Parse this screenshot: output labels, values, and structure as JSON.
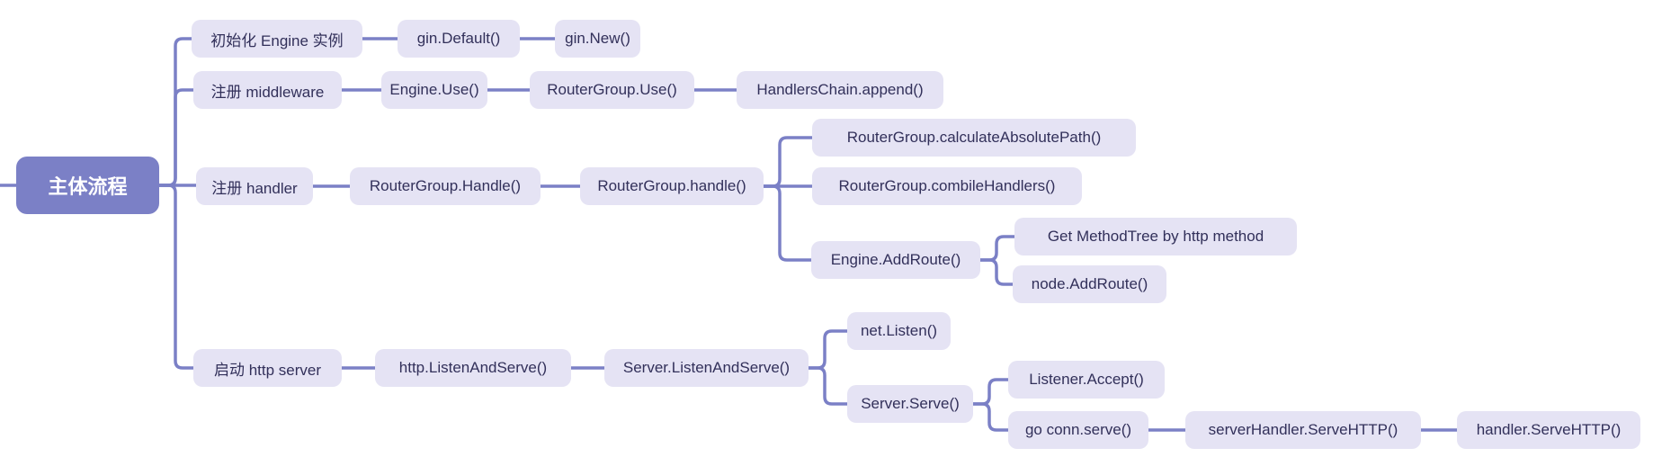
{
  "colors": {
    "accent": "#7b80c6",
    "connector": "#7b80c6",
    "node_bg": "#e5e3f4",
    "node_text": "#32305a",
    "root_text": "#ffffff",
    "canvas_bg": "#ffffff"
  },
  "mindmap": {
    "root_label": "主体流程",
    "branches": [
      {
        "label": "初始化 Engine 实例",
        "children": [
          {
            "label": "gin.Default()",
            "children": [
              {
                "label": "gin.New()"
              }
            ]
          }
        ]
      },
      {
        "label": "注册 middleware",
        "children": [
          {
            "label": "Engine.Use()",
            "children": [
              {
                "label": "RouterGroup.Use()",
                "children": [
                  {
                    "label": "HandlersChain.append()"
                  }
                ]
              }
            ]
          }
        ]
      },
      {
        "label": "注册 handler",
        "children": [
          {
            "label": "RouterGroup.Handle()",
            "children": [
              {
                "label": "RouterGroup.handle()",
                "children": [
                  {
                    "label": "RouterGroup.calculateAbsolutePath()"
                  },
                  {
                    "label": "RouterGroup.combileHandlers()"
                  },
                  {
                    "label": "Engine.AddRoute()",
                    "children": [
                      {
                        "label": "Get MethodTree by http method"
                      },
                      {
                        "label": "node.AddRoute()"
                      }
                    ]
                  }
                ]
              }
            ]
          }
        ]
      },
      {
        "label": "启动 http server",
        "children": [
          {
            "label": "http.ListenAndServe()",
            "children": [
              {
                "label": "Server.ListenAndServe()",
                "children": [
                  {
                    "label": "net.Listen()"
                  },
                  {
                    "label": "Server.Serve()",
                    "children": [
                      {
                        "label": "Listener.Accept()"
                      },
                      {
                        "label": "go conn.serve()",
                        "children": [
                          {
                            "label": "serverHandler.ServeHTTP()",
                            "children": [
                              {
                                "label": "handler.ServeHTTP()"
                              }
                            ]
                          }
                        ]
                      }
                    ]
                  }
                ]
              }
            ]
          }
        ]
      }
    ]
  }
}
